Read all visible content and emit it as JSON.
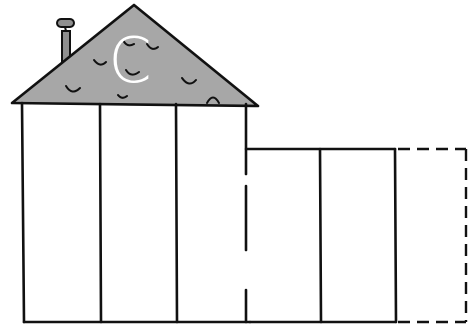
{
  "figure": {
    "label": "C",
    "roof_color": "#a7a7a7",
    "line_color": "#111111",
    "background": "#ffffff",
    "label_color": "#ffffff",
    "main_house_sections": 3,
    "extension_sections_solid": 2,
    "extension_sections_dashed": 1
  }
}
